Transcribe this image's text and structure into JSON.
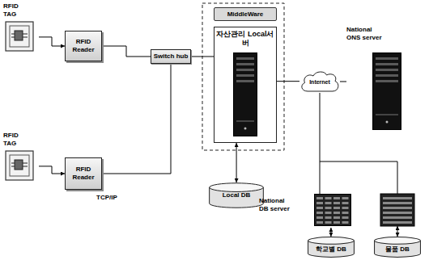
{
  "diagram": {
    "nodes": [
      {
        "text": [
          "RFID TAG"
        ]
      },
      {
        "text": [
          "RFID Reader"
        ]
      },
      {
        "text": [
          "RFID TAG"
        ]
      },
      {
        "text": [
          "RFID Reader"
        ]
      },
      {
        "text": [
          "Switch hub"
        ]
      },
      {
        "text": [
          "MiddleWare"
        ]
      },
      {
        "text": [
          "자산관리 Local서버"
        ]
      },
      {
        "text": [
          "Local DB"
        ]
      },
      {
        "text": [
          "Internet"
        ]
      },
      {
        "text": [
          "National ONS server"
        ]
      },
      {
        "text": [
          "National DB server"
        ]
      },
      {
        "text": [
          "학교별 DB"
        ]
      },
      {
        "text": [
          "물품 DB"
        ]
      }
    ],
    "edges": [
      {
        "from": 0,
        "to": 1,
        "arrow": "to"
      },
      {
        "from": 2,
        "to": 3,
        "arrow": "to"
      },
      {
        "from": 1,
        "to": 4,
        "arrow": "none"
      },
      {
        "from": 3,
        "to": 4,
        "arrow": "none"
      },
      {
        "from": 4,
        "to": 6,
        "arrow": "none"
      },
      {
        "from": 6,
        "to": 7,
        "arrow": "both"
      },
      {
        "from": 6,
        "to": 8,
        "arrow": "none"
      },
      {
        "from": 8,
        "to": 9,
        "arrow": "none"
      },
      {
        "from": 8,
        "to": 10,
        "arrow": "none"
      },
      {
        "from": 10,
        "to": 11,
        "arrow": "both"
      }
    ],
    "labels": [
      "TCP/IP"
    ]
  }
}
